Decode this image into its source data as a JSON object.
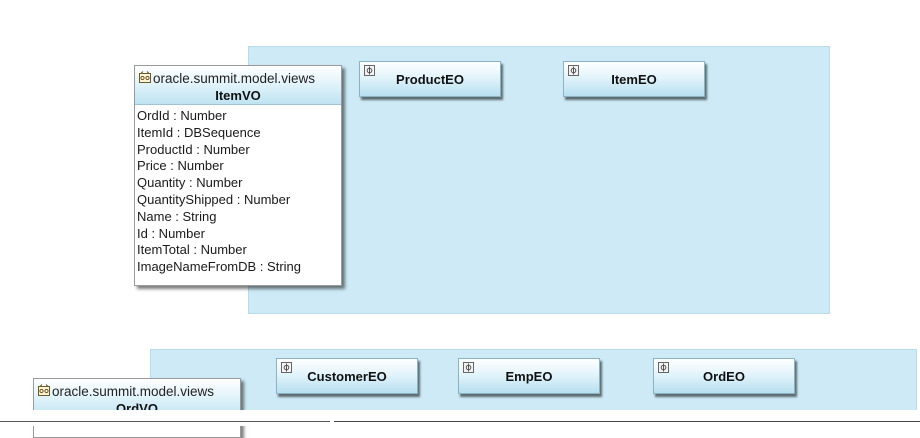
{
  "panels": {
    "top": {
      "entities": [
        {
          "label": "ProductEO",
          "icon": "entity-object-icon"
        },
        {
          "label": "ItemEO",
          "icon": "entity-object-icon"
        }
      ]
    },
    "bottom": {
      "entities": [
        {
          "label": "CustomerEO",
          "icon": "entity-object-icon"
        },
        {
          "label": "EmpEO",
          "icon": "entity-object-icon"
        },
        {
          "label": "OrdEO",
          "icon": "entity-object-icon"
        }
      ]
    }
  },
  "view_objects": [
    {
      "package": "oracle.summit.model.views",
      "name": "ItemVO",
      "icon": "view-object-icon",
      "attributes": [
        "OrdId : Number",
        "ItemId : DBSequence",
        "ProductId : Number",
        "Price : Number",
        "Quantity : Number",
        "QuantityShipped : Number",
        "Name : String",
        "Id : Number",
        "ItemTotal : Number",
        "ImageNameFromDB : String"
      ]
    },
    {
      "package": "oracle.summit.model.views",
      "name": "OrdVO",
      "icon": "view-object-icon",
      "attributes": []
    }
  ],
  "colors": {
    "panel": "#cdeaf6",
    "header_gradient_bottom": "#bfe3f2"
  }
}
